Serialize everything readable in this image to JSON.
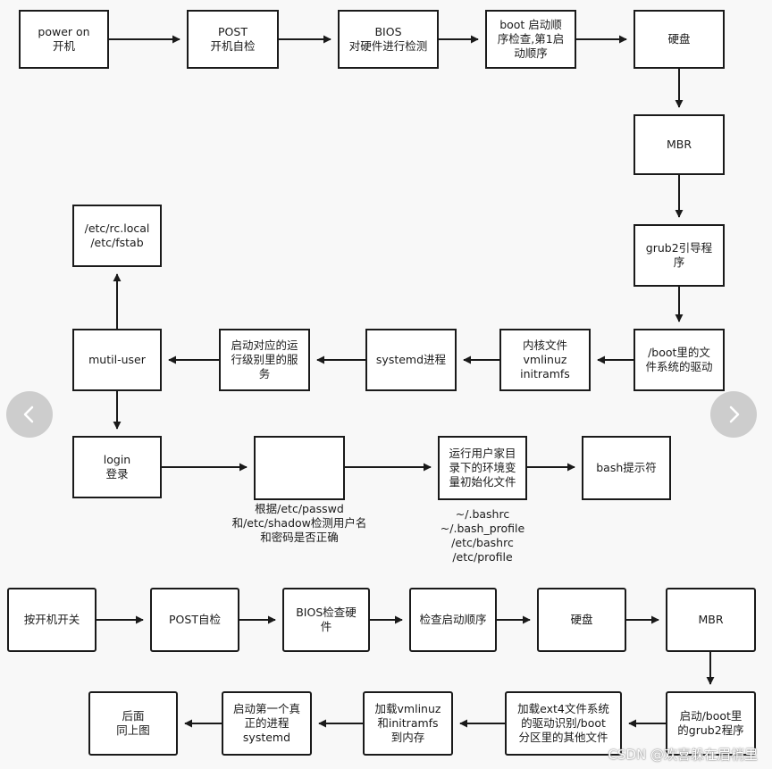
{
  "diagram1": {
    "nodes": [
      {
        "id": "power-on",
        "text": "power on\n开机"
      },
      {
        "id": "post",
        "text": "POST\n开机自检"
      },
      {
        "id": "bios",
        "text": "BIOS\n对硬件进行检测"
      },
      {
        "id": "boot-order",
        "text": "boot 启动顺\n序检查,第1启\n动顺序"
      },
      {
        "id": "disk",
        "text": "硬盘"
      },
      {
        "id": "mbr",
        "text": "MBR"
      },
      {
        "id": "grub2",
        "text": "grub2引导程\n序"
      },
      {
        "id": "boot-fs-driver",
        "text": "/boot里的文\n件系统的驱动"
      },
      {
        "id": "kernel-files",
        "text": "内核文件\nvmlinuz\ninitramfs"
      },
      {
        "id": "systemd",
        "text": "systemd进程"
      },
      {
        "id": "runlevel-services",
        "text": "启动对应的运\n行级别里的服\n务"
      },
      {
        "id": "multi-user",
        "text": "mutil-user"
      },
      {
        "id": "rc-local",
        "text": "/etc/rc.local\n/etc/fstab"
      },
      {
        "id": "login",
        "text": "login\n登录"
      },
      {
        "id": "passwd-check",
        "text": ""
      },
      {
        "id": "env-init",
        "text": "运行用户家目\n录下的环境变\n量初始化文件"
      },
      {
        "id": "bash-prompt",
        "text": "bash提示符"
      }
    ],
    "notes": {
      "passwd": "根据/etc/passwd\n和/etc/shadow检测用户名\n和密码是否正确",
      "profiles": "~/.bashrc\n~/.bash_profile\n/etc/bashrc\n/etc/profile"
    }
  },
  "diagram2": {
    "nodes": [
      {
        "id": "power-switch",
        "text": "按开机开关"
      },
      {
        "id": "post2",
        "text": "POST自检"
      },
      {
        "id": "bios2",
        "text": "BIOS检查硬\n件"
      },
      {
        "id": "check-order",
        "text": "检查启动顺序"
      },
      {
        "id": "disk2",
        "text": "硬盘"
      },
      {
        "id": "mbr2",
        "text": "MBR"
      },
      {
        "id": "start-grub2",
        "text": "启动/boot里\n的grub2程序"
      },
      {
        "id": "load-ext4",
        "text": "加载ext4文件系统\n的驱动识别/boot\n分区里的其他文件"
      },
      {
        "id": "load-vmlinuz",
        "text": "加载vmlinuz\n和initramfs\n到内存"
      },
      {
        "id": "first-process",
        "text": "启动第一个真\n正的进程\nsystemd"
      },
      {
        "id": "same-as-above",
        "text": "后面\n同上图"
      }
    ]
  },
  "watermark": "CSDN @欢喜躲在眉梢里"
}
